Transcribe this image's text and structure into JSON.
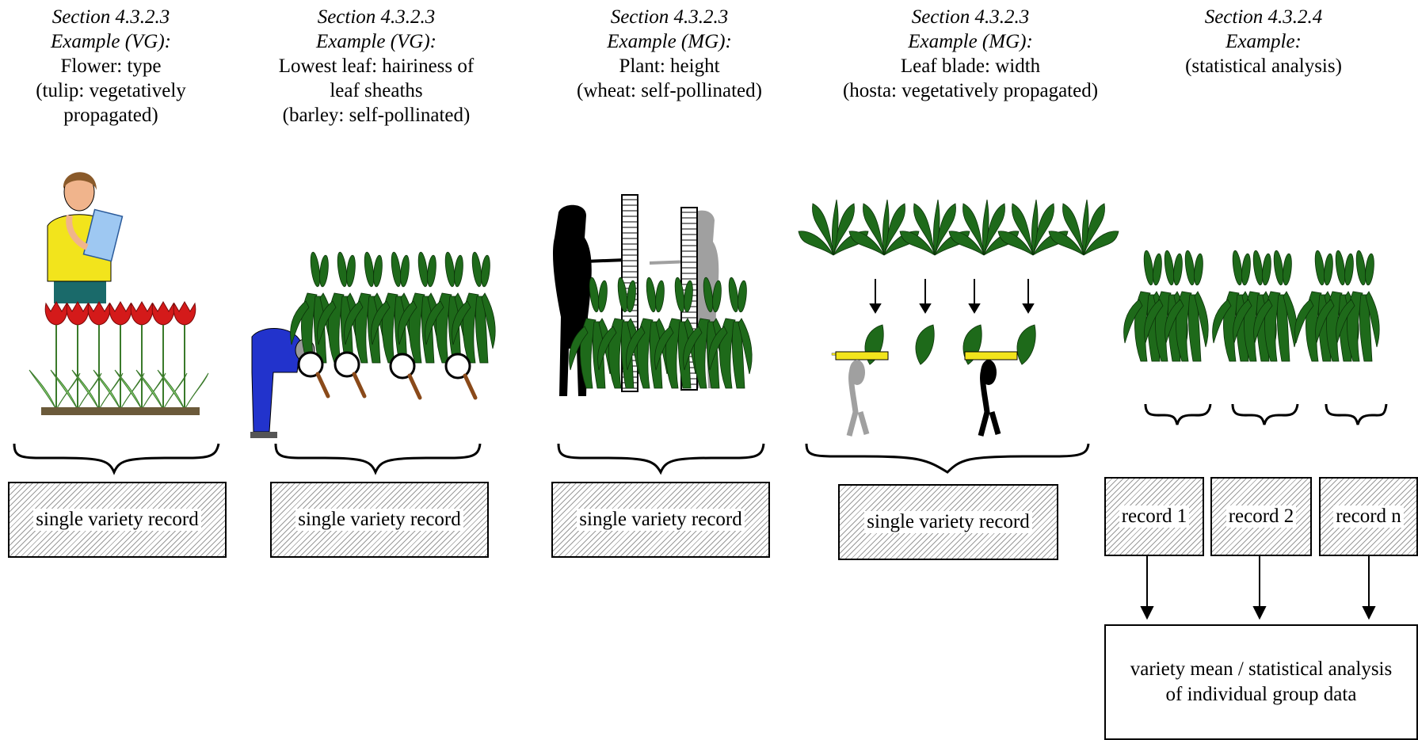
{
  "columns": [
    {
      "section": "Section 4.3.2.3",
      "example": "Example (VG):",
      "lines": [
        "Flower:  type",
        "(tulip:  vegetatively",
        "propagated)"
      ]
    },
    {
      "section": "Section 4.3.2.3",
      "example": "Example (VG):",
      "lines": [
        "Lowest leaf:  hairiness of",
        "leaf sheaths",
        "(barley:  self-pollinated)"
      ]
    },
    {
      "section": "Section 4.3.2.3",
      "example": "Example (MG):",
      "lines": [
        "Plant:  height",
        "(wheat:  self-pollinated)"
      ]
    },
    {
      "section": "Section 4.3.2.3",
      "example": "Example (MG):",
      "lines": [
        "Leaf blade:  width",
        "(hosta: vegetatively propagated)"
      ]
    },
    {
      "section": "Section 4.3.2.4",
      "example": "Example:",
      "lines": [
        "(statistical analysis)"
      ]
    }
  ],
  "records": [
    "single  variety record",
    "single  variety record",
    "single  variety record",
    "single  variety record"
  ],
  "group_records": [
    "record 1",
    "record 2",
    "record n"
  ],
  "analysis": [
    "variety mean / statistical analysis",
    "of individual group data"
  ],
  "colors": {
    "leaf": "#1e6a1a",
    "tulip": "#d41a1a",
    "tulip_leaf": "#8fd67a",
    "shirt": "#f2e41c",
    "overall": "#2233cc"
  }
}
